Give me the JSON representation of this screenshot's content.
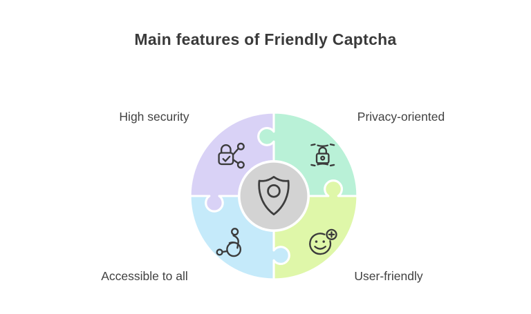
{
  "title": "Main features of Friendly Captcha",
  "colors": {
    "background": "#ffffff",
    "title_text": "#3a3a3a",
    "label_text": "#414141",
    "icon_stroke": "#3b3b3b",
    "piece_outline": "#ffffff",
    "center_fill": "#d3d3d3"
  },
  "diagram": {
    "center": {
      "icon": "shield-user-icon"
    },
    "segments": [
      {
        "label": "High security",
        "position": "top-left",
        "color": "#d9d2f6",
        "icon": "lock-share-icon"
      },
      {
        "label": "Privacy-oriented",
        "position": "top-right",
        "color": "#b9f1d7",
        "icon": "privacy-lock-icon"
      },
      {
        "label": "Accessible to all",
        "position": "bottom-left",
        "color": "#c5eafa",
        "icon": "wheelchair-icon"
      },
      {
        "label": "User-friendly",
        "position": "bottom-right",
        "color": "#dff7a9",
        "icon": "smiley-plus-icon"
      }
    ]
  }
}
